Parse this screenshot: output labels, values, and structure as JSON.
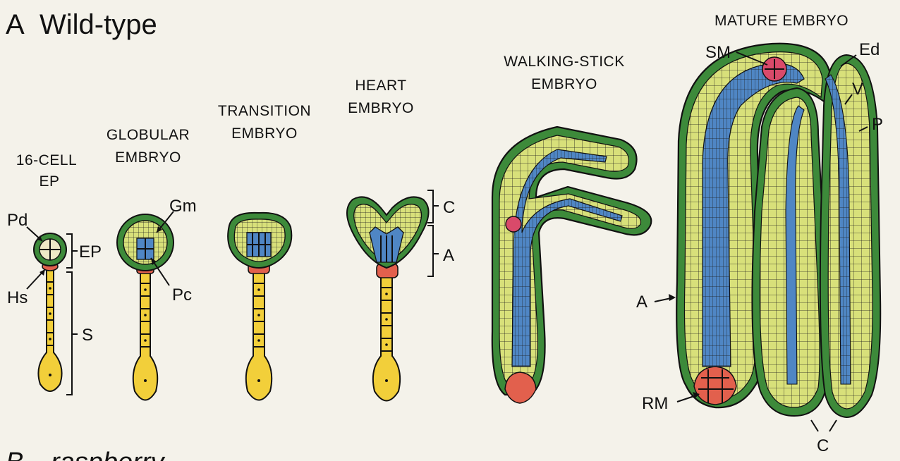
{
  "panel_a": {
    "letter": "A",
    "title": "Wild-type"
  },
  "panel_b": {
    "letter": "B",
    "title": "raspberry"
  },
  "stages": [
    {
      "line1": "16-CELL",
      "line2": "EP"
    },
    {
      "line1": "GLOBULAR",
      "line2": "EMBRYO"
    },
    {
      "line1": "TRANSITION",
      "line2": "EMBRYO"
    },
    {
      "line1": "HEART",
      "line2": "EMBRYO"
    },
    {
      "line1": "WALKING-STICK",
      "line2": "EMBRYO"
    },
    {
      "line1": "MATURE EMBRYO",
      "line2": ""
    }
  ],
  "labels": {
    "pd": "Pd",
    "ep": "EP",
    "hs": "Hs",
    "s": "S",
    "gm": "Gm",
    "pc": "Pc",
    "c": "C",
    "a": "A",
    "sm": "SM",
    "ed": "Ed",
    "v": "V",
    "p": "P",
    "rm": "RM",
    "a2": "A",
    "c2": "C"
  },
  "colors": {
    "protoderm": "#3d8a3a",
    "ground": "#d8e07a",
    "vascular": "#4f86c4",
    "hypophysis": "#e2604d",
    "shoot_meristem": "#d94a6a",
    "suspensor": "#f2cf3a",
    "cell_line": "#1d1d1d"
  }
}
